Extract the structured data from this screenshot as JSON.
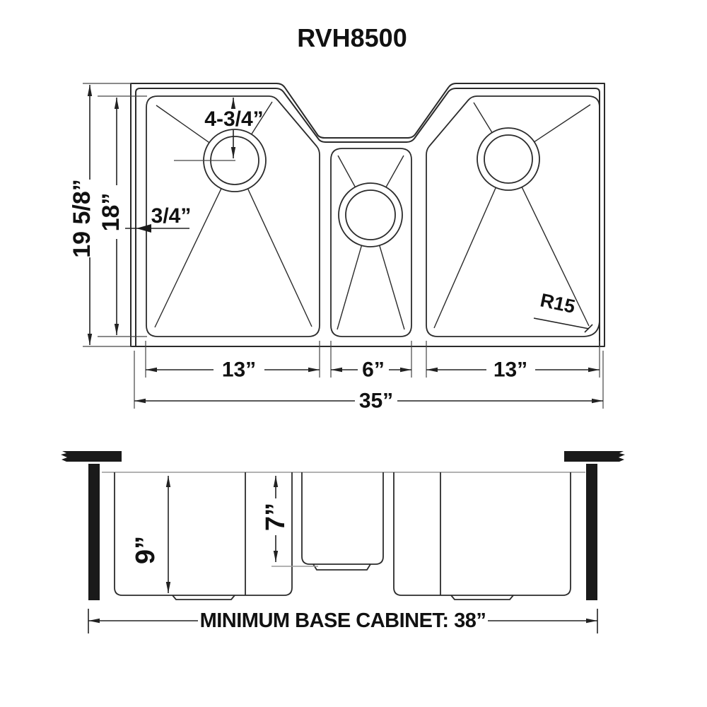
{
  "diagram": {
    "title": "RVH8500",
    "plan": {
      "overall_width": "35”",
      "overall_depth": "19 5/8”",
      "inner_depth": "18”",
      "drain_from_top": "4-3/4”",
      "rim_gap": "3/4”",
      "corner_radius": "R15",
      "left_bowl_width": "13”",
      "center_bowl_width": "6”",
      "right_bowl_width": "13”"
    },
    "elevation": {
      "outer_bowl_depth": "9”",
      "center_bowl_depth": "7”",
      "base_cabinet_note": "MINIMUM BASE CABINET: 38”"
    }
  }
}
